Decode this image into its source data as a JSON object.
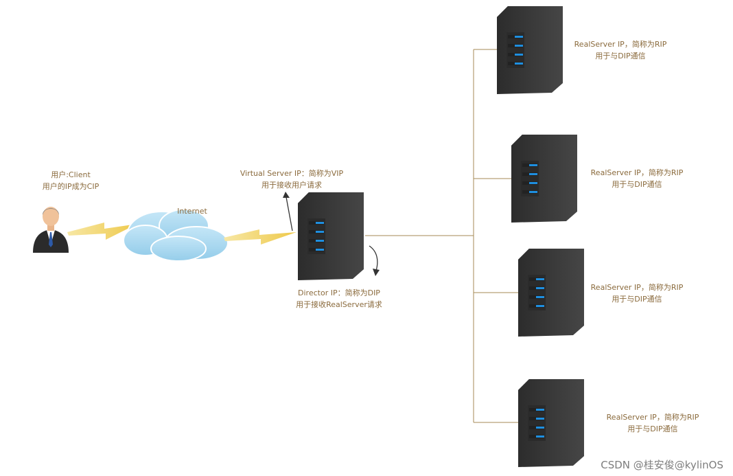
{
  "client": {
    "line1": "用户:Client",
    "line2": "用户的IP成为CIP"
  },
  "internet": {
    "label": "Internet"
  },
  "director": {
    "vip_line1": "Virtual  Server  IP：简称为VIP",
    "vip_line2": "用于接收用户请求",
    "dip_line1": "Director  IP：简称为DIP",
    "dip_line2": "用于接收RealServer请求"
  },
  "real_servers": [
    {
      "line1": "RealServer IP，简称为RIP",
      "line2": "用于与DIP通信"
    },
    {
      "line1": "RealServer IP，简称为RIP",
      "line2": "用于与DIP通信"
    },
    {
      "line1": "RealServer IP，简称为RIP",
      "line2": "用于与DIP通信"
    },
    {
      "line1": "RealServer IP，简称为RIP",
      "line2": "用于与DIP通信"
    }
  ],
  "watermark": "CSDN @桂安俊@kylinOS",
  "colors": {
    "label_text": "#8a6a3c",
    "connector_line": "#a58a55",
    "server_body": "#3a3a3a",
    "server_led": "#1e8fe0",
    "cloud": "#a9d8f0",
    "lightning": "#f2d46b"
  },
  "icons": {
    "client": "user-avatar-icon",
    "internet": "cloud-icon",
    "link": "lightning-bolt-icon",
    "server": "server-tower-icon"
  }
}
